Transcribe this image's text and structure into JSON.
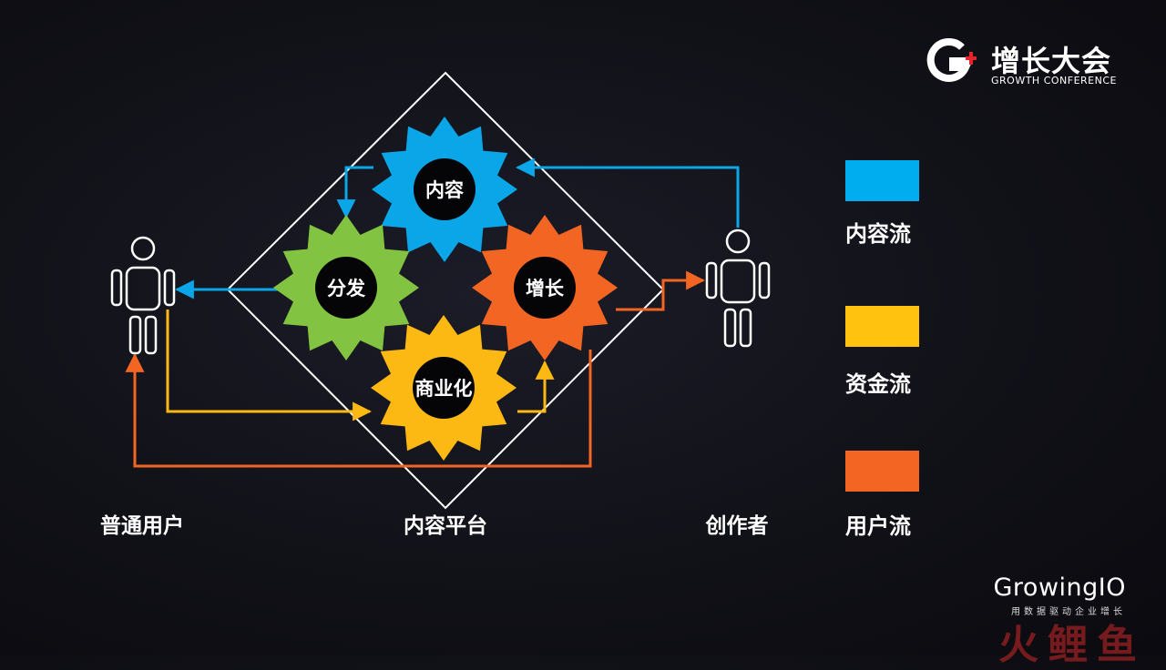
{
  "gears": {
    "content": {
      "label": "内容",
      "color": "#0aa6e8"
    },
    "distribution": {
      "label": "分发",
      "color": "#82c341"
    },
    "growth": {
      "label": "增长",
      "color": "#f26522"
    },
    "commercialization": {
      "label": "商业化",
      "color": "#fdb913"
    }
  },
  "actors": {
    "users": "普通用户",
    "platform": "内容平台",
    "creators": "创作者"
  },
  "legend": [
    {
      "label": "内容流",
      "color": "#00adef"
    },
    {
      "label": "资金流",
      "color": "#ffc20e"
    },
    {
      "label": "用户流",
      "color": "#f26522"
    }
  ],
  "brand": {
    "title": "增长大会",
    "subtitle": "GROWTH CONFERENCE",
    "icon": "growth-conference-logo-icon"
  },
  "sponsor": {
    "name": "GrowingIO",
    "slogan": "用数据驱动企业增长"
  },
  "watermark": "火鲤鱼"
}
